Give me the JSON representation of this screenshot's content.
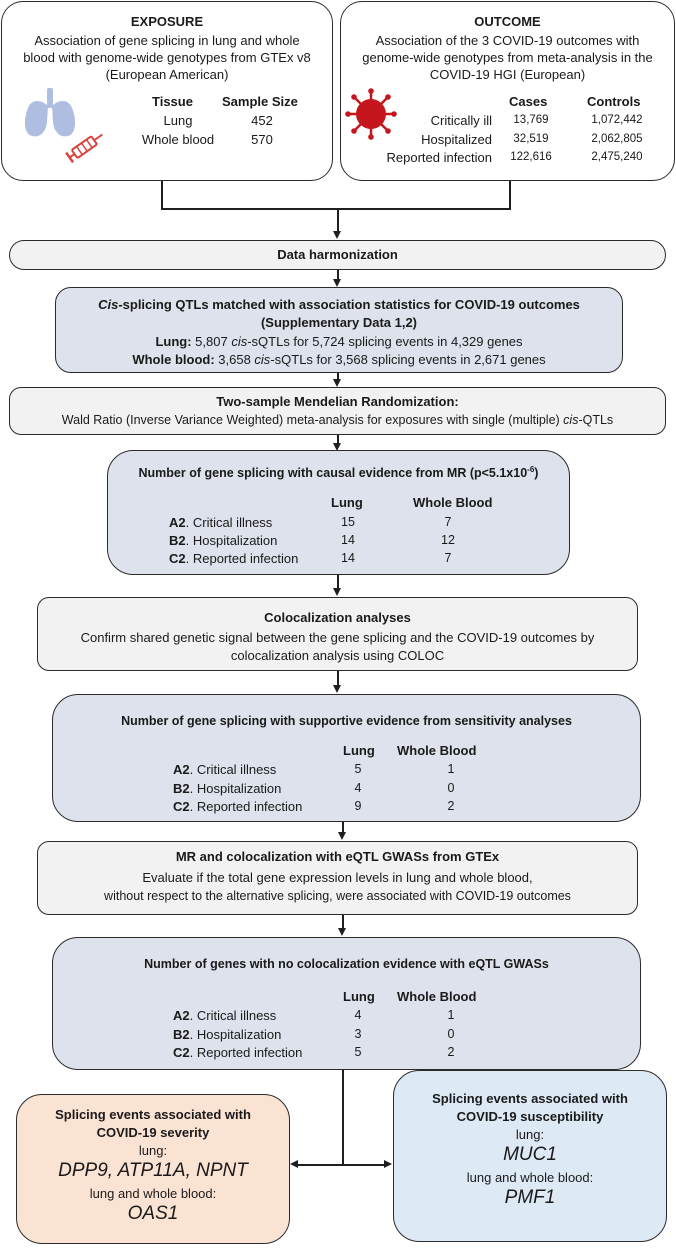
{
  "exposure": {
    "title": "EXPOSURE",
    "desc": [
      "Association of gene splicing in lung and whole",
      "blood with genome-wide genotypes from GTEx v8",
      "(European American)"
    ],
    "col_tissue": "Tissue",
    "col_sample": "Sample Size",
    "rows": [
      {
        "tissue": "Lung",
        "size": "452"
      },
      {
        "tissue": "Whole blood",
        "size": "570"
      }
    ]
  },
  "outcome": {
    "title": "OUTCOME",
    "desc": [
      "Association of the 3 COVID-19 outcomes with",
      "genome-wide genotypes from meta-analysis in the",
      "COVID-19 HGI (European)"
    ],
    "col_cases": "Cases",
    "col_controls": "Controls",
    "rows": [
      {
        "name": "Critically ill",
        "cases": "13,769",
        "controls": "1,072,442"
      },
      {
        "name": "Hospitalized",
        "cases": "32,519",
        "controls": "2,062,805"
      },
      {
        "name": "Reported infection",
        "cases": "122,616",
        "controls": "2,475,240"
      }
    ]
  },
  "harmonization": {
    "label": "Data harmonization"
  },
  "cis": {
    "title_italic": "Cis",
    "title_rest": "-splicing QTLs matched with association statistics for COVID-19 outcomes",
    "subtitle": "(Supplementary Data 1,2)",
    "lung_label": "Lung:",
    "lung_a": " 5,807 ",
    "lung_i": "cis",
    "lung_b": "-sQTLs for 5,724 splicing events in 4,329 genes",
    "blood_label": "Whole blood:",
    "blood_a": " 3,658 ",
    "blood_i": "cis",
    "blood_b": "-sQTLs for 3,568 splicing events in 2,671 genes"
  },
  "mr": {
    "title": "Two-sample Mendelian Randomization:",
    "desc_a": "Wald Ratio (Inverse Variance Weighted) meta-analysis for exposures with single (multiple) ",
    "desc_i": "cis",
    "desc_b": "-QTLs"
  },
  "causal": {
    "title_a": "Number of gene splicing with causal evidence from MR (p<5.1x10",
    "title_sup": "-6",
    "title_b": ")",
    "col_lung": "Lung",
    "col_blood": "Whole Blood",
    "rows": [
      {
        "code": "A2",
        "name": ". Critical illness",
        "lung": "15",
        "blood": "7"
      },
      {
        "code": "B2",
        "name": ". Hospitalization",
        "lung": "14",
        "blood": "12"
      },
      {
        "code": "C2",
        "name": ". Reported infection",
        "lung": "14",
        "blood": "7"
      }
    ]
  },
  "coloc": {
    "title": "Colocalization analyses",
    "desc": [
      "Confirm shared genetic signal between the gene splicing and the COVID-19 outcomes by",
      "colocalization analysis using COLOC"
    ]
  },
  "supportive": {
    "title": "Number of gene splicing with supportive evidence from sensitivity analyses",
    "col_lung": "Lung",
    "col_blood": "Whole Blood",
    "rows": [
      {
        "code": "A2",
        "name": ". Critical illness",
        "lung": "5",
        "blood": "1"
      },
      {
        "code": "B2",
        "name": ". Hospitalization",
        "lung": "4",
        "blood": "0"
      },
      {
        "code": "C2",
        "name": ". Reported infection",
        "lung": "9",
        "blood": "2"
      }
    ]
  },
  "eqtl": {
    "title": "MR and colocalization with eQTL GWASs from GTEx",
    "desc": [
      "Evaluate if the total gene expression levels in lung and whole blood,",
      "without respect to the alternative splicing, were associated with COVID-19 outcomes"
    ]
  },
  "nocoloc": {
    "title": "Number of genes with no colocalization evidence with eQTL GWASs",
    "col_lung": "Lung",
    "col_blood": "Whole Blood",
    "rows": [
      {
        "code": "A2",
        "name": ". Critical illness",
        "lung": "4",
        "blood": "1"
      },
      {
        "code": "B2",
        "name": ". Hospitalization",
        "lung": "3",
        "blood": "0"
      },
      {
        "code": "C2",
        "name": ". Reported infection",
        "lung": "5",
        "blood": "2"
      }
    ]
  },
  "severity": {
    "title": [
      "Splicing events associated with",
      "COVID-19 severity"
    ],
    "lung_label": "lung:",
    "lung_genes": "DPP9, ATP11A, NPNT",
    "both_label": "lung and whole blood:",
    "both_genes": "OAS1"
  },
  "susceptibility": {
    "title": [
      "Splicing events associated with",
      "COVID-19 susceptibility"
    ],
    "lung_label": "lung:",
    "lung_genes": "MUC1",
    "both_label": "lung and whole blood:",
    "both_genes": "PMF1"
  },
  "colors": {
    "lungs": "#aebde0",
    "virus": "#c4161c",
    "syringe": "#d9413a"
  }
}
